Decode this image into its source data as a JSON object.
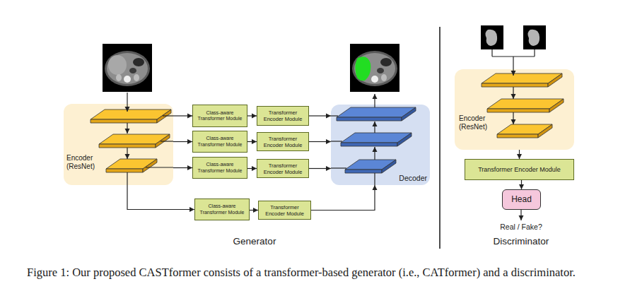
{
  "diagram": {
    "caption": "Figure 1: Our proposed CASTformer consists of a transformer-based generator (i.e., CATformer) and a discriminator.",
    "nodes": [
      {
        "text": [
          "Encoder (ResNet)"
        ]
      },
      {
        "text": [
          "Class-aware Transformer Module"
        ]
      },
      {
        "text": [
          "Transformer Encoder Module"
        ]
      },
      {
        "text": [
          "Decoder"
        ]
      },
      {
        "text": [
          "Class-aware Transformer Module"
        ]
      },
      {
        "text": [
          "Transformer Encoder Module"
        ]
      },
      {
        "text": [
          "Class-aware Transformer Module"
        ]
      },
      {
        "text": [
          "Transformer Encoder Module"
        ]
      },
      {
        "text": [
          "Class-aware Transformer Module"
        ]
      },
      {
        "text": [
          "Transformer Encoder Module"
        ]
      },
      {
        "text": [
          "Encoder (ResNet)"
        ]
      },
      {
        "text": [
          "Transformer Encoder Module"
        ]
      },
      {
        "text": [
          "Head"
        ]
      }
    ],
    "edges": [
      {
        "from": 0,
        "to": 1,
        "arrow": "to"
      },
      {
        "from": 1,
        "to": 2,
        "arrow": "to"
      },
      {
        "from": 2,
        "to": 3,
        "arrow": "to"
      },
      {
        "from": 0,
        "to": 4,
        "arrow": "to"
      },
      {
        "from": 4,
        "to": 5,
        "arrow": "to"
      },
      {
        "from": 5,
        "to": 3,
        "arrow": "to"
      },
      {
        "from": 0,
        "to": 6,
        "arrow": "to"
      },
      {
        "from": 6,
        "to": 7,
        "arrow": "to"
      },
      {
        "from": 7,
        "to": 3,
        "arrow": "to"
      },
      {
        "from": 0,
        "to": 8,
        "arrow": "to"
      },
      {
        "from": 8,
        "to": 9,
        "arrow": "to"
      },
      {
        "from": 9,
        "to": 3,
        "arrow": "to"
      },
      {
        "from": 10,
        "to": 11,
        "arrow": "to"
      },
      {
        "from": 11,
        "to": 12,
        "arrow": "to"
      }
    ],
    "labels": [
      "Generator",
      "Real / Fake?",
      "Discriminator"
    ]
  }
}
